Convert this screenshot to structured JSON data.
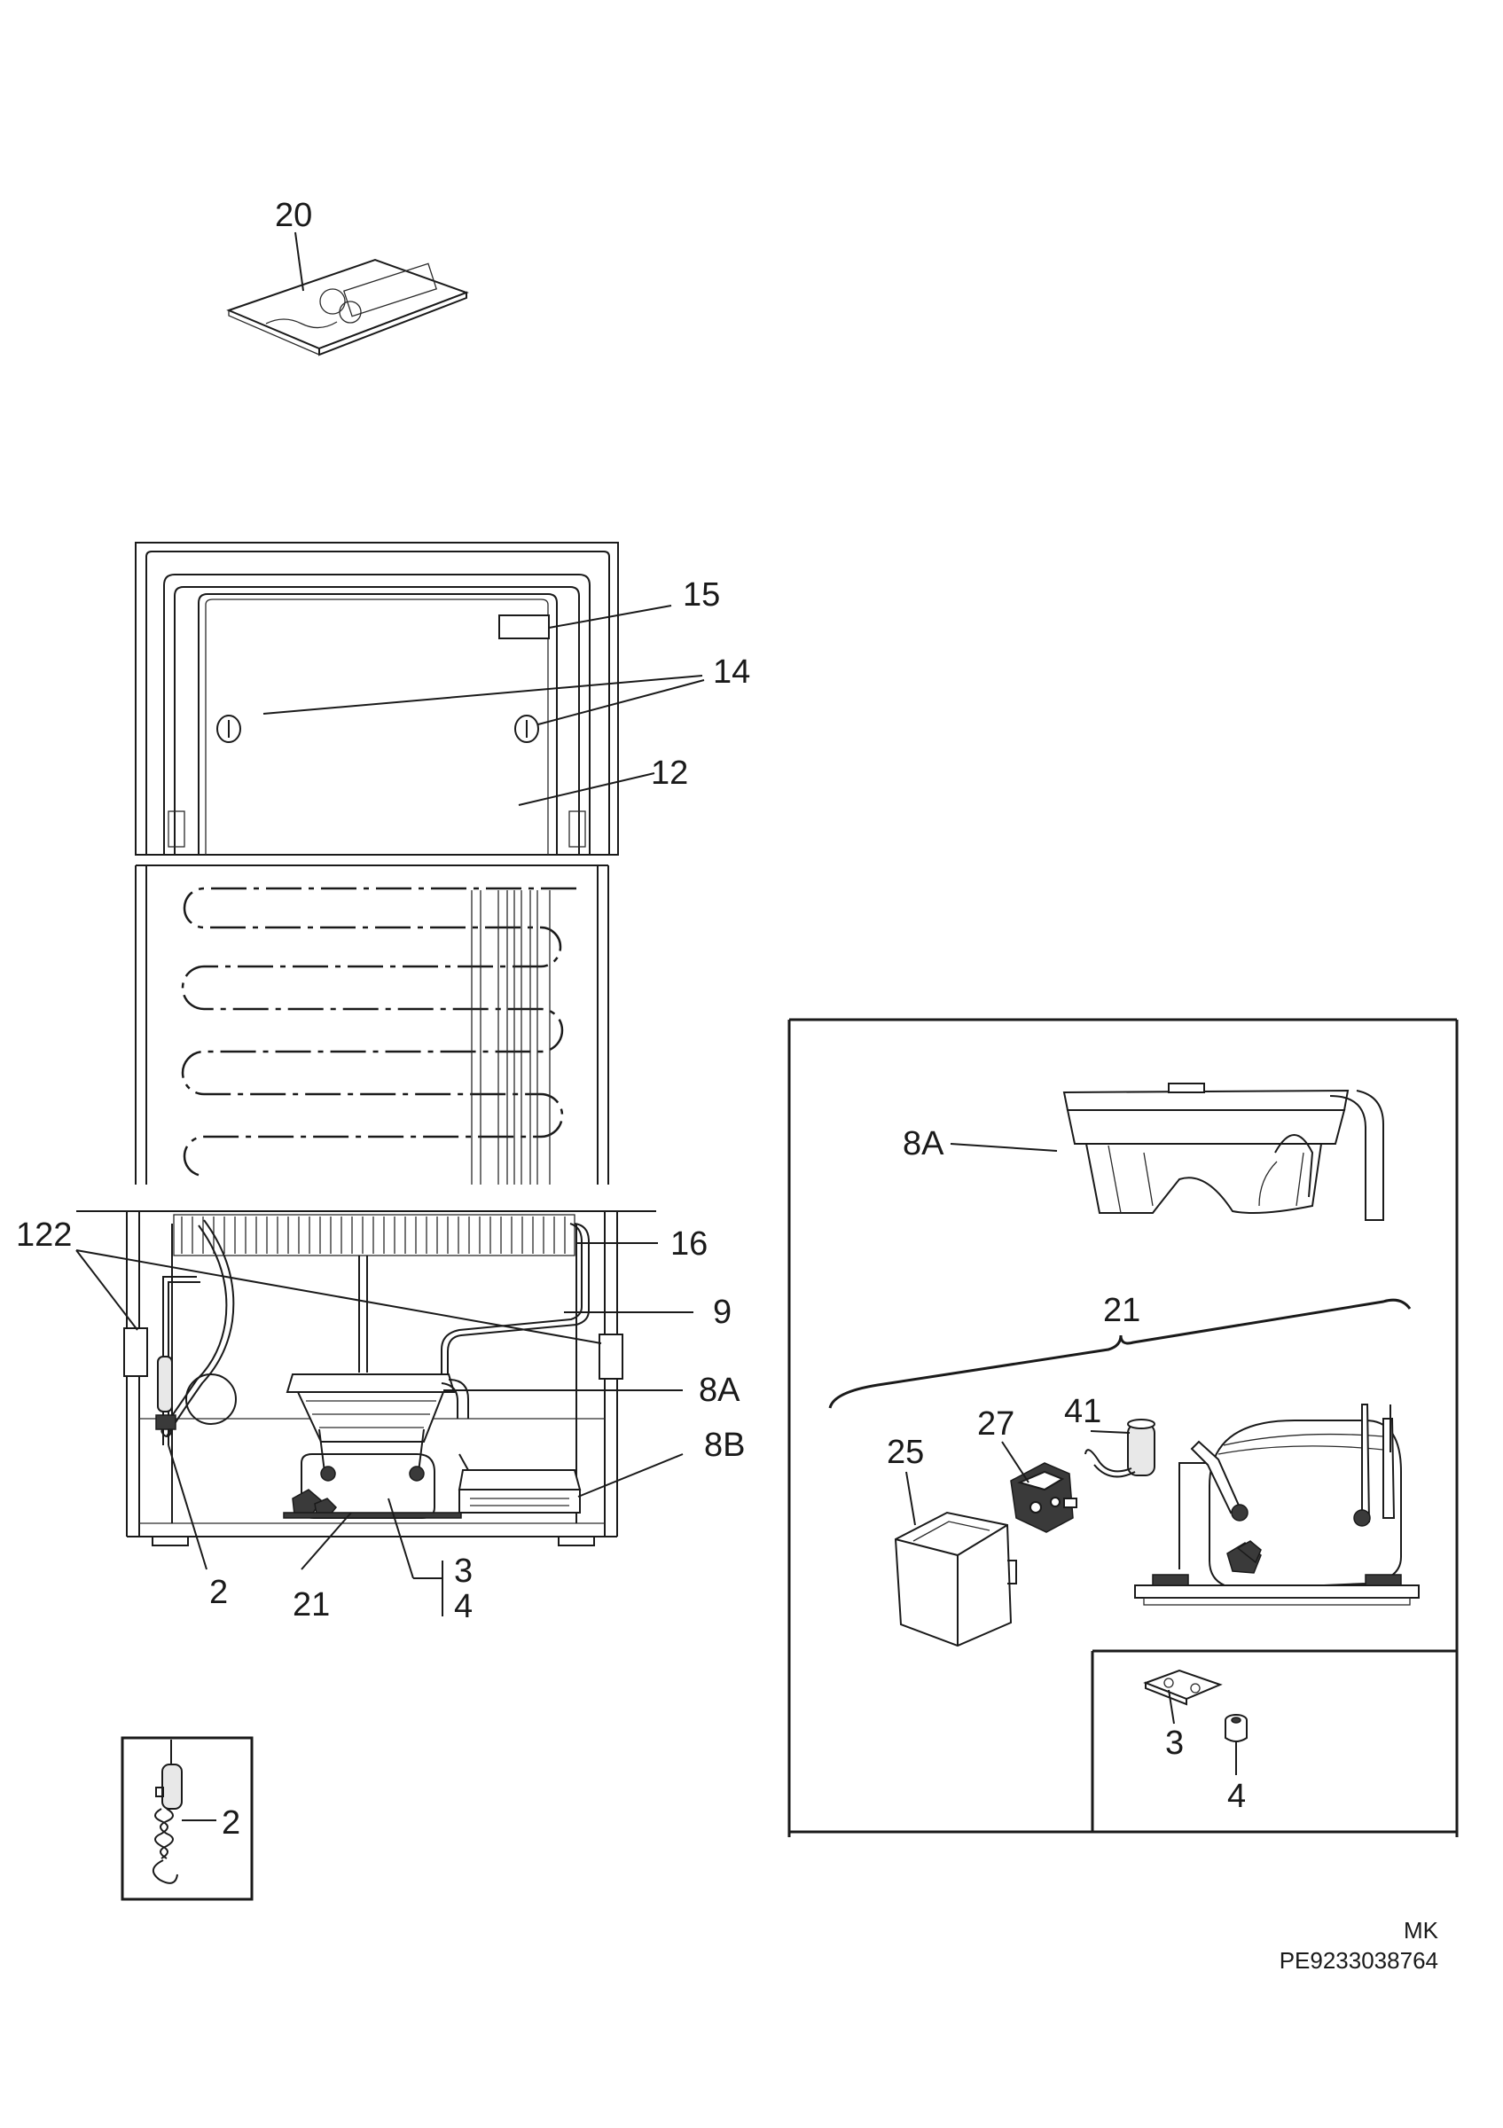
{
  "labels": {
    "manual": "20",
    "rating_plate": "15",
    "screws": "14",
    "door_panel": "12",
    "condenser": "16",
    "tube": "9",
    "tray_a": "8A",
    "tray_b": "8B",
    "clips": "122",
    "sensor": "2",
    "compressor": "21",
    "part3": "3",
    "part4": "4",
    "inset_tray_a": "8A",
    "inset_compressor": "21",
    "relay_cover": "25",
    "relay": "27",
    "capacitor": "41",
    "inset_part3": "3",
    "inset_part4": "4",
    "detail_sensor": "2"
  },
  "footer": {
    "code_line1": "MK",
    "code_line2": "PE9233038764"
  }
}
